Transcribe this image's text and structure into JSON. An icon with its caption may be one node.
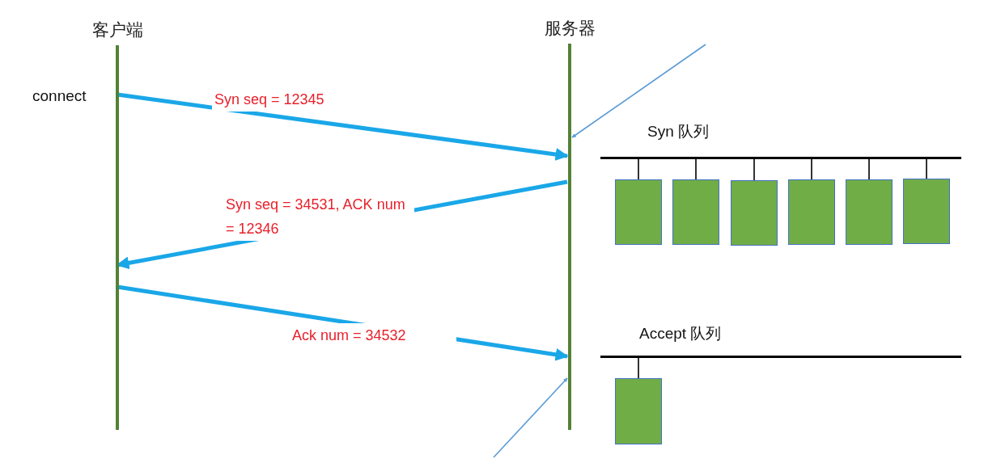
{
  "diagram": {
    "nodes": [
      {
        "text": [
          "客户端"
        ]
      },
      {
        "text": [
          "服务器"
        ]
      },
      {
        "text": [
          "Syn 队列"
        ]
      },
      {
        "text": [],
        "shape": "box"
      },
      {
        "text": [],
        "shape": "box"
      },
      {
        "text": [],
        "shape": "box"
      },
      {
        "text": [],
        "shape": "box"
      },
      {
        "text": [],
        "shape": "box"
      },
      {
        "text": [],
        "shape": "box"
      },
      {
        "text": [
          "Accept 队列"
        ]
      },
      {
        "text": [],
        "shape": "box"
      }
    ],
    "edges": [
      {
        "from": 0,
        "to": 1,
        "arrow": "to",
        "label": "Syn seq = 12345",
        "style": "thick",
        "color": "#1aa7e8"
      },
      {
        "from": 1,
        "to": 0,
        "arrow": "to",
        "label": "Syn seq = 34531, ACK num = 12346",
        "style": "thick",
        "color": "#1aa7e8"
      },
      {
        "from": 0,
        "to": 1,
        "arrow": "to",
        "label": "Ack num = 34532",
        "style": "thick",
        "color": "#1aa7e8"
      },
      {
        "from": null,
        "to": 1,
        "arrow": "to",
        "color": "#5b9bd5"
      },
      {
        "from": null,
        "to": 1,
        "arrow": "to",
        "color": "#5b9bd5"
      },
      {
        "from": 2,
        "to": 3,
        "arrow": "none"
      },
      {
        "from": 2,
        "to": 4,
        "arrow": "none"
      },
      {
        "from": 2,
        "to": 5,
        "arrow": "none"
      },
      {
        "from": 2,
        "to": 6,
        "arrow": "none"
      },
      {
        "from": 2,
        "to": 7,
        "arrow": "none"
      },
      {
        "from": 2,
        "to": 8,
        "arrow": "none"
      },
      {
        "from": 9,
        "to": 10,
        "arrow": "none"
      }
    ],
    "labels": [
      "connect"
    ]
  }
}
